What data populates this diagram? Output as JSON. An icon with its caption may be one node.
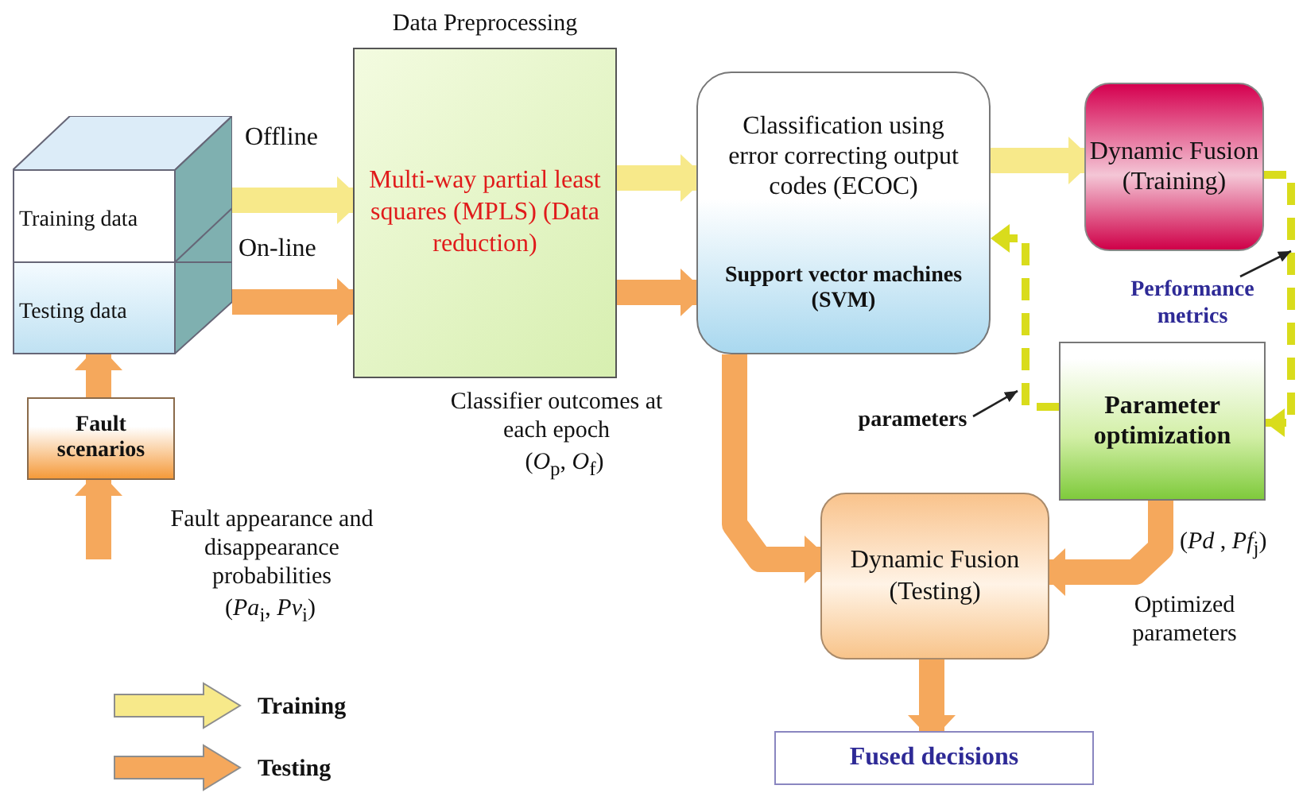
{
  "diagram": {
    "nodes": [
      {
        "text": [
          "Training data"
        ]
      },
      {
        "text": [
          "Testing data"
        ]
      },
      {
        "text": [
          "Fault scenarios"
        ]
      },
      {
        "text": [
          "Data Preprocessing",
          "Multi-way partial least squares (MPLS) (Data reduction)"
        ]
      },
      {
        "text": [
          "Classification using error correcting output codes (ECOC)",
          "Support vector machines (SVM)"
        ]
      },
      {
        "text": [
          "Dynamic Fusion (Training)"
        ]
      },
      {
        "text": [
          "Parameter optimization"
        ]
      },
      {
        "text": [
          "Dynamic Fusion (Testing)"
        ]
      },
      {
        "text": [
          "Fused decisions"
        ]
      },
      {
        "text": [
          "Performance metrics"
        ]
      },
      {
        "text": [
          "parameters"
        ]
      }
    ],
    "edges": [
      {
        "from": 0,
        "to": 3,
        "arrow": "to",
        "label": "Offline",
        "color": "#f7e98a"
      },
      {
        "from": 1,
        "to": 3,
        "arrow": "to",
        "label": "On-line"
      },
      {
        "from": 2,
        "to": 1,
        "arrow": "to"
      },
      {
        "from": null,
        "to": 2,
        "arrow": "to"
      },
      {
        "from": 3,
        "to": 4,
        "arrow": "to",
        "color": "#f7e98a"
      },
      {
        "from": 3,
        "to": 4,
        "arrow": "to"
      },
      {
        "from": 4,
        "to": 5,
        "arrow": "to",
        "color": "#f7e98a"
      },
      {
        "from": 5,
        "to": 6,
        "arrow": "to",
        "style": "dashed",
        "color": "#d9dc1c"
      },
      {
        "from": 6,
        "to": 4,
        "arrow": "to",
        "style": "dashed",
        "color": "#d9dc1c"
      },
      {
        "from": 4,
        "to": 7,
        "arrow": "to"
      },
      {
        "from": 6,
        "to": 7,
        "arrow": "to"
      },
      {
        "from": 7,
        "to": 8,
        "arrow": "to"
      },
      {
        "from": 9,
        "to": null,
        "arrow": "to",
        "color": "#222222"
      },
      {
        "from": 10,
        "to": null,
        "arrow": "to",
        "color": "#222222"
      }
    ],
    "labels": [
      "Classifier outcomes at each epoch",
      "(*O*$_{p}$, *O*$_{f}$)",
      "Fault appearance and disappearance probabilities",
      "(*Pa*$_{i}$, *Pv*$_{i}$)",
      "(*Pd* , *Pf*$_{j}$)",
      "Optimized parameters"
    ],
    "legend": [
      {
        "text": "Training"
      },
      {
        "text": "Testing"
      }
    ]
  }
}
